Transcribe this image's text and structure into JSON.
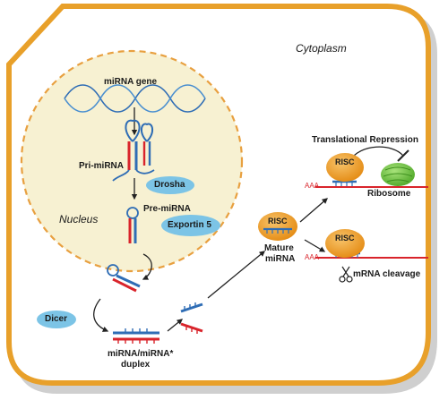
{
  "labels": {
    "cytoplasm": "Cytoplasm",
    "nucleus": "Nucleus",
    "mirna_gene": "miRNA gene",
    "pri_mirna": "Pri-miRNA",
    "drosha": "Drosha",
    "pre_mirna": "Pre-miRNA",
    "exportin": "Exportin 5",
    "dicer": "Dicer",
    "duplex_line1": "miRNA/miRNA*",
    "duplex_line2": "duplex",
    "risc": "RISC",
    "mature_line1": "Mature",
    "mature_line2": "miRNA",
    "translational_repression": "Translational  Repression",
    "ribosome": "Ribosome",
    "mrna_cleavage": "mRNA cleavage",
    "poly_a": "AAA"
  },
  "colors": {
    "cell_border": "#e8a02a",
    "cell_fill": "#ffffff",
    "cell_shadow": "#c7c7c7",
    "nucleus_fill": "#f7f1d2",
    "nucleus_border": "#e8a040",
    "protein_blue": "#7cc4e6",
    "risc_orange": "#ee9a22",
    "ribosome_green": "#6bc43a",
    "rna_red": "#d9242b",
    "rna_blue": "#2f6db5",
    "mrna_line": "#d9242b",
    "arrow": "#222222"
  }
}
